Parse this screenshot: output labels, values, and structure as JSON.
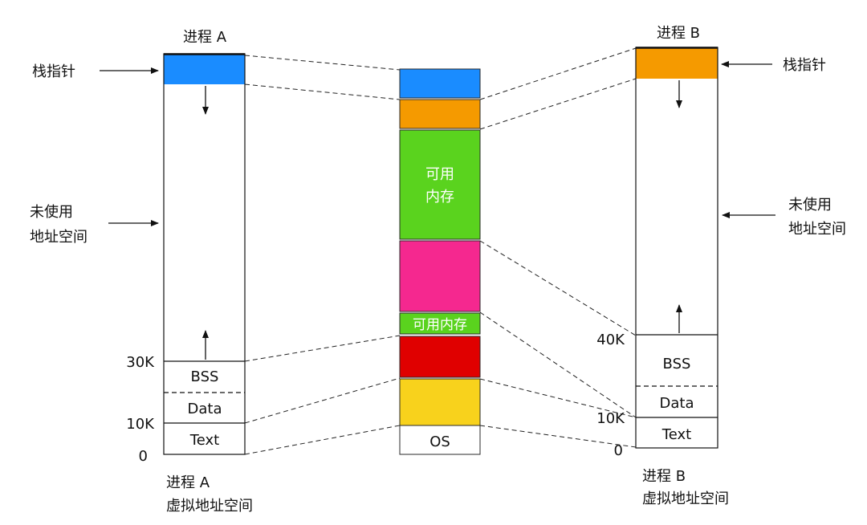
{
  "process_a": {
    "title": "进程 A",
    "stack_pointer": "栈指针",
    "unused_line1": "未使用",
    "unused_line2": "地址空间",
    "bss": "BSS",
    "data": "Data",
    "text": "Text",
    "addr_30k": "30K",
    "addr_10k": "10K",
    "addr_0": "0",
    "caption_line1": "进程 A",
    "caption_line2": "虚拟地址空间"
  },
  "physical_memory": {
    "free_large_line1": "可用",
    "free_large_line2": "内存",
    "free_small": "可用内存",
    "os": "OS"
  },
  "process_b": {
    "title": "进程 B",
    "stack_pointer": "栈指针",
    "unused_line1": "未使用",
    "unused_line2": "地址空间",
    "bss": "BSS",
    "data": "Data",
    "text": "Text",
    "addr_40k": "40K",
    "addr_10k": "10K",
    "addr_0": "0",
    "caption_line1": "进程 B",
    "caption_line2": "虚拟地址空间"
  },
  "colors": {
    "blue": "#1a8cff",
    "orange": "#f59a00",
    "green": "#5ad31e",
    "pink": "#f5288f",
    "red": "#e00000",
    "yellow": "#f8d21c",
    "white": "#ffffff"
  }
}
